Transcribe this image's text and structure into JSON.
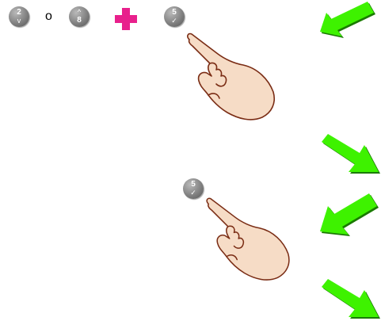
{
  "keys": {
    "key2": {
      "number": "2",
      "symbol": "v"
    },
    "key8": {
      "number": "8",
      "symbol": "^"
    },
    "key5a": {
      "number": "5",
      "symbol": "✓"
    },
    "key5b": {
      "number": "5",
      "symbol": "✓"
    }
  },
  "or_label": "o",
  "colors": {
    "arrow_fill": "#3ef200",
    "arrow_shadow": "#1a7a00",
    "plus_color": "#e8208c",
    "hand_fill": "#f6dcc6",
    "hand_stroke": "#7a2c14"
  },
  "icons": [
    "plus-icon",
    "hand-pointer-icon",
    "arrow-down-left-icon",
    "arrow-down-right-icon"
  ]
}
